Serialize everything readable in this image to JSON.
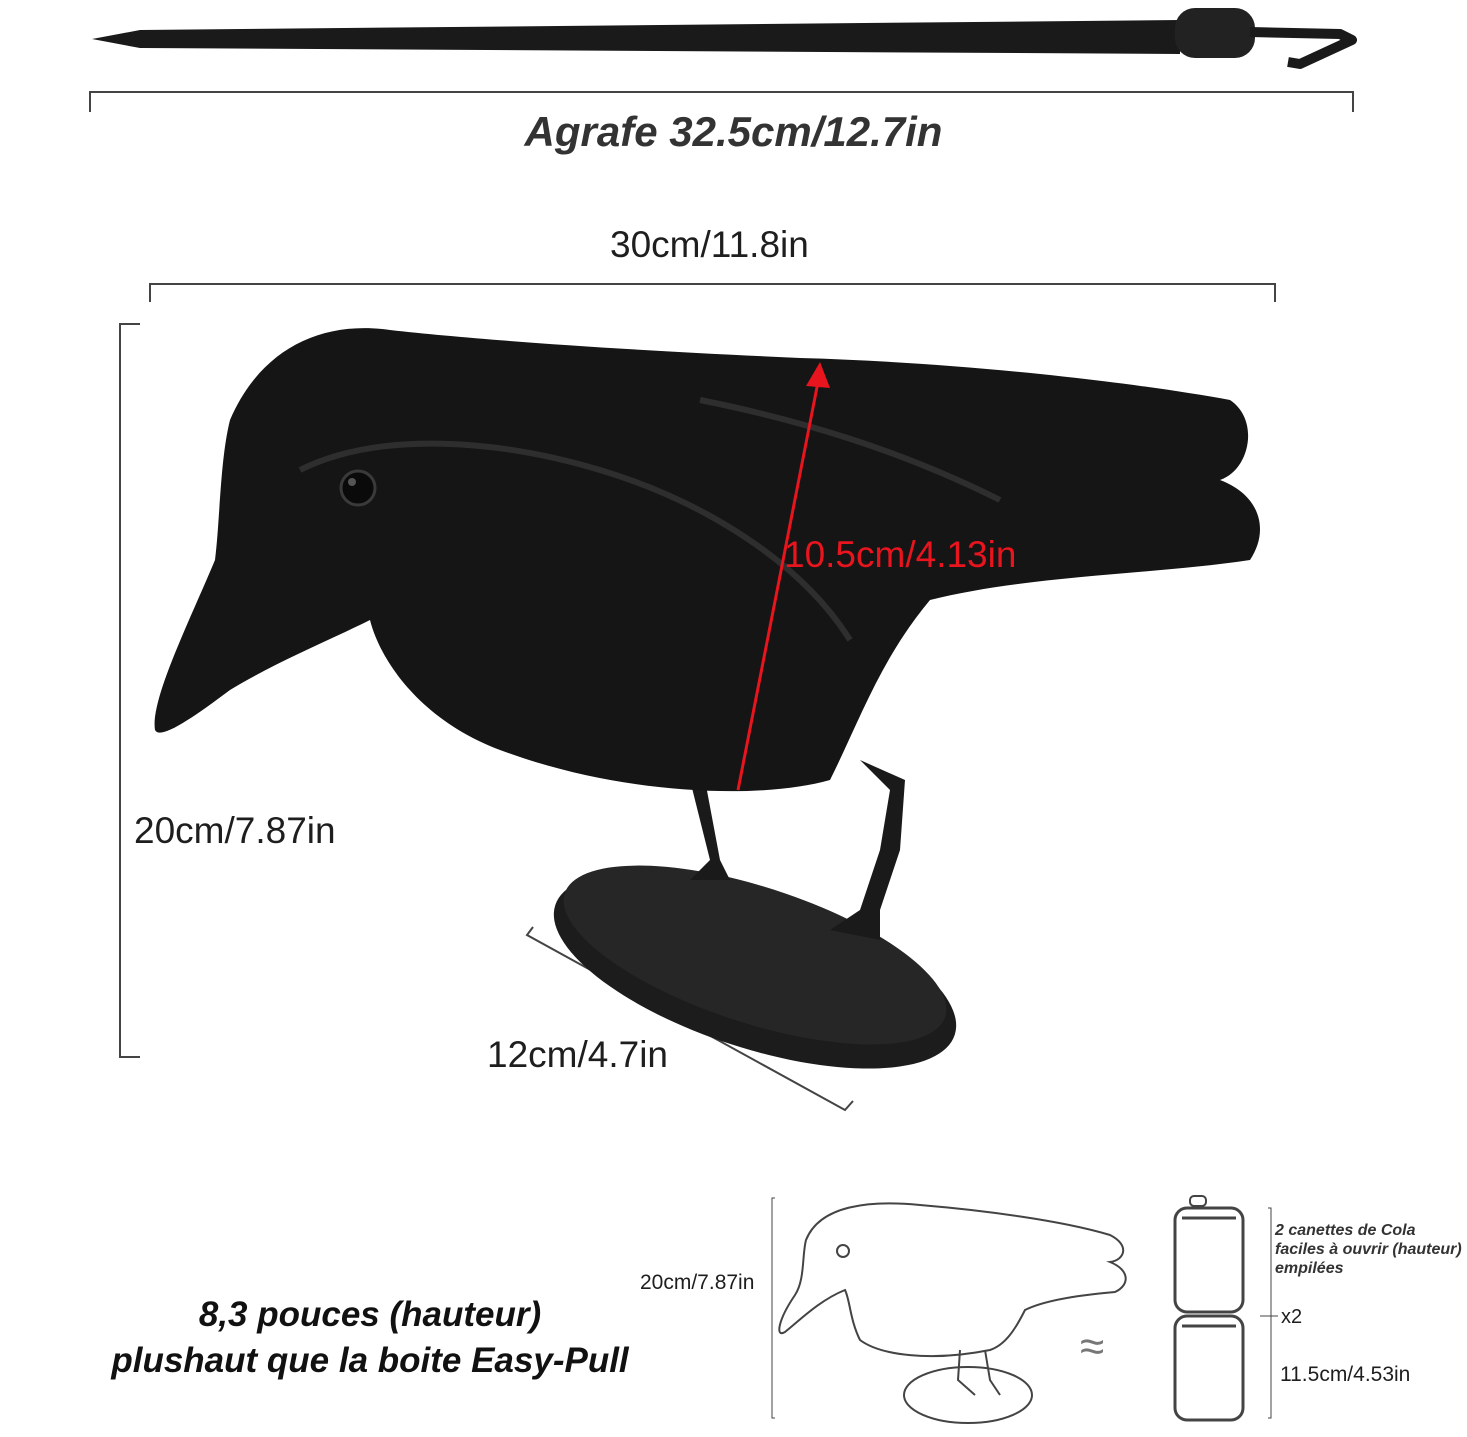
{
  "stake": {
    "label": "Agrafe 32.5cm/12.7in"
  },
  "crow": {
    "width_label": "30cm/11.8in",
    "height_label": "20cm/7.87in",
    "base_label": "12cm/4.7in",
    "body_label": "10.5cm/4.13in"
  },
  "comparison": {
    "text": "8,3 pouces (hauteur)\nplushaut que la boite Easy-Pull",
    "outline_height_label": "20cm/7.87in",
    "approx_symbol": "≈",
    "can_description": "2 canettes de Cola faciles à ouvrir (hauteur) empilées",
    "can_count": "x2",
    "can_height_label": "11.5cm/4.53in"
  },
  "colors": {
    "accent": "#e8141e",
    "crow": "#141414"
  }
}
